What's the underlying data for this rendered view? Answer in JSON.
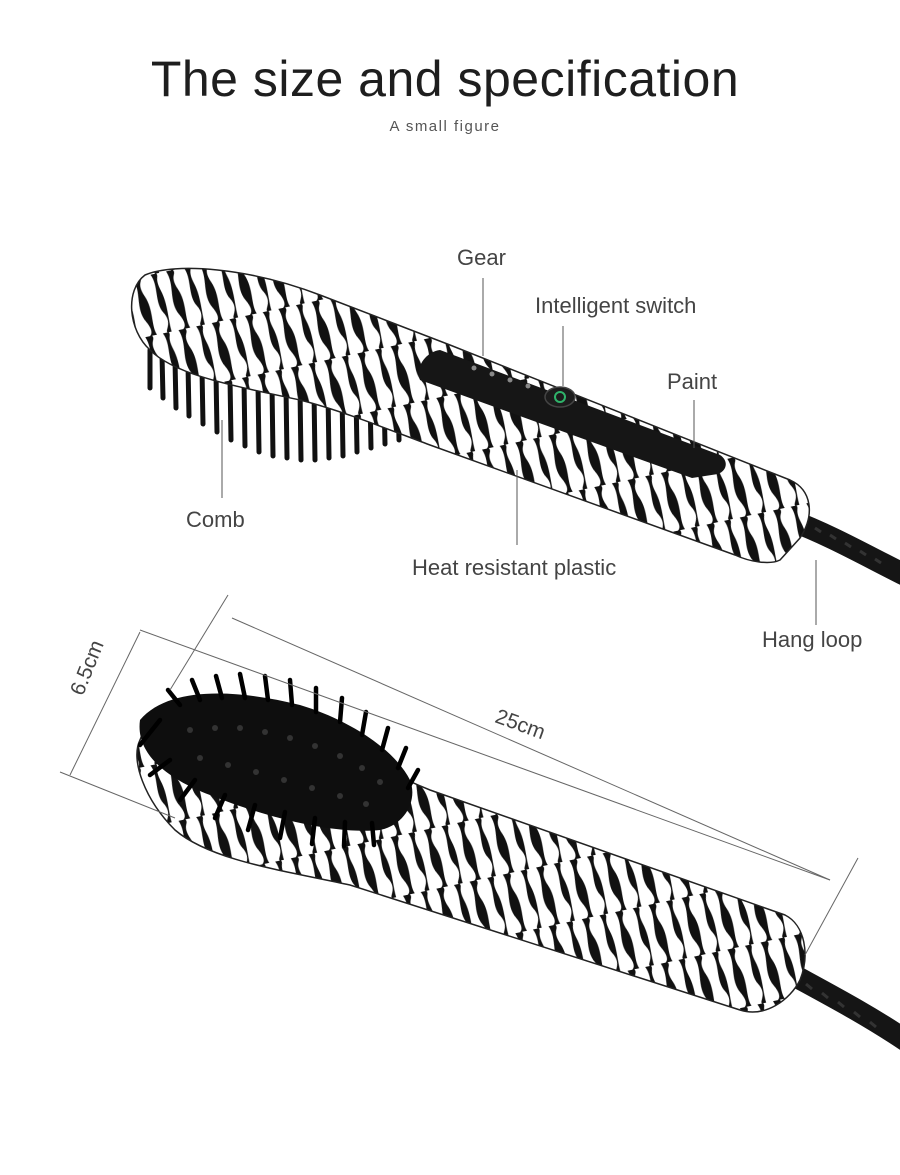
{
  "header": {
    "title": "The size and specification",
    "subtitle": "A small figure"
  },
  "labels": {
    "gear": "Gear",
    "intelligent_switch": "Intelligent switch",
    "paint": "Paint",
    "comb": "Comb",
    "heat_resistant_plastic": "Heat resistant plastic",
    "hang_loop": "Hang loop"
  },
  "dimensions": {
    "width": "6.5cm",
    "length": "25cm"
  },
  "colors": {
    "stripe_dark": "#111111",
    "stripe_light": "#ffffff",
    "panel": "#161616",
    "switch_ring": "#2fb36a"
  }
}
